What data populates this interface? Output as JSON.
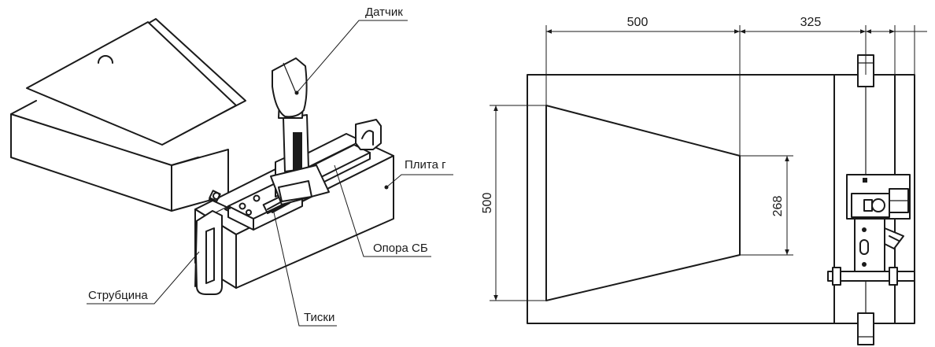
{
  "iso_view": {
    "labels": {
      "sensor": "Датчик",
      "plate": "Плита г",
      "support": "Опора СБ",
      "clamp": "Струбцина",
      "vise": "Тиски"
    }
  },
  "plan_view": {
    "dimensions": {
      "top_left": "500",
      "top_right": "325",
      "left_height": "500",
      "right_height": "268"
    }
  }
}
